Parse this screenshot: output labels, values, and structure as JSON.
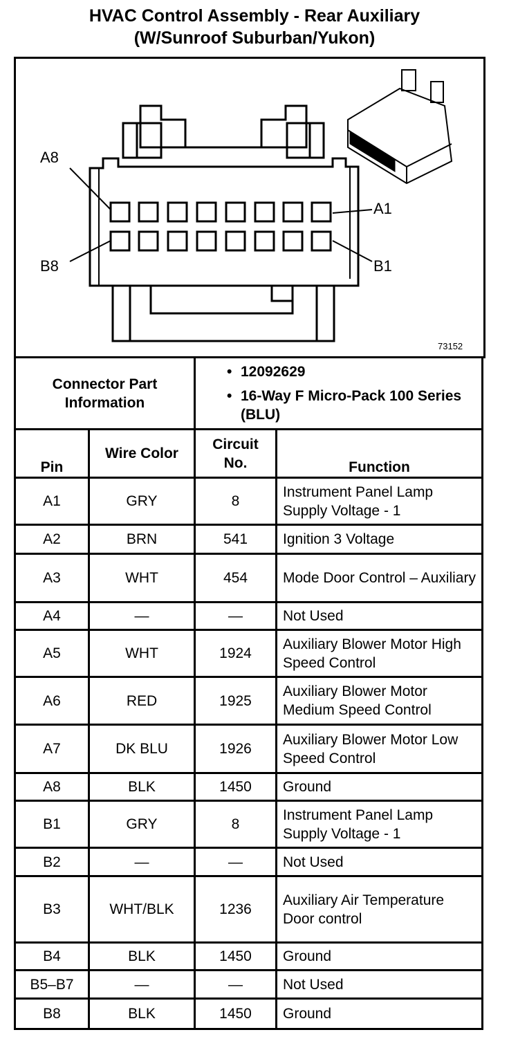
{
  "title_line1": "HVAC Control Assembly - Rear Auxiliary",
  "title_line2": "(W/Sunroof Suburban/Yukon)",
  "diagram": {
    "labels": {
      "a8": "A8",
      "a1": "A1",
      "b8": "B8",
      "b1": "B1"
    },
    "figure_number": "73152"
  },
  "connector_info": {
    "label": "Connector Part Information",
    "items": [
      "12092629",
      "16-Way F Micro-Pack 100 Series (BLU)"
    ]
  },
  "columns": {
    "pin": "Pin",
    "wire_color": "Wire Color",
    "circuit": "Circuit No.",
    "function": "Function"
  },
  "rows": [
    {
      "pin": "A1",
      "color": "GRY",
      "circuit": "8",
      "function": "Instrument Panel Lamp Supply Voltage - 1"
    },
    {
      "pin": "A2",
      "color": "BRN",
      "circuit": "541",
      "function": "Ignition 3 Voltage"
    },
    {
      "pin": "A3",
      "color": "WHT",
      "circuit": "454",
      "function": "Mode Door Control – Auxiliary"
    },
    {
      "pin": "A4",
      "color": "—",
      "circuit": "—",
      "function": "Not Used"
    },
    {
      "pin": "A5",
      "color": "WHT",
      "circuit": "1924",
      "function": "Auxiliary Blower Motor High Speed Control"
    },
    {
      "pin": "A6",
      "color": "RED",
      "circuit": "1925",
      "function": "Auxiliary Blower Motor Medium Speed Control"
    },
    {
      "pin": "A7",
      "color": "DK BLU",
      "circuit": "1926",
      "function": "Auxiliary Blower Motor Low Speed Control"
    },
    {
      "pin": "A8",
      "color": "BLK",
      "circuit": "1450",
      "function": "Ground"
    },
    {
      "pin": "B1",
      "color": "GRY",
      "circuit": "8",
      "function": "Instrument Panel Lamp Supply Voltage - 1"
    },
    {
      "pin": "B2",
      "color": "—",
      "circuit": "—",
      "function": "Not Used"
    },
    {
      "pin": "B3",
      "color": "WHT/BLK",
      "circuit": "1236",
      "function": "Auxiliary Air Temperature Door control"
    },
    {
      "pin": "B4",
      "color": "BLK",
      "circuit": "1450",
      "function": "Ground"
    },
    {
      "pin": "B5–B7",
      "color": "—",
      "circuit": "—",
      "function": "Not Used"
    },
    {
      "pin": "B8",
      "color": "BLK",
      "circuit": "1450",
      "function": "Ground"
    }
  ]
}
